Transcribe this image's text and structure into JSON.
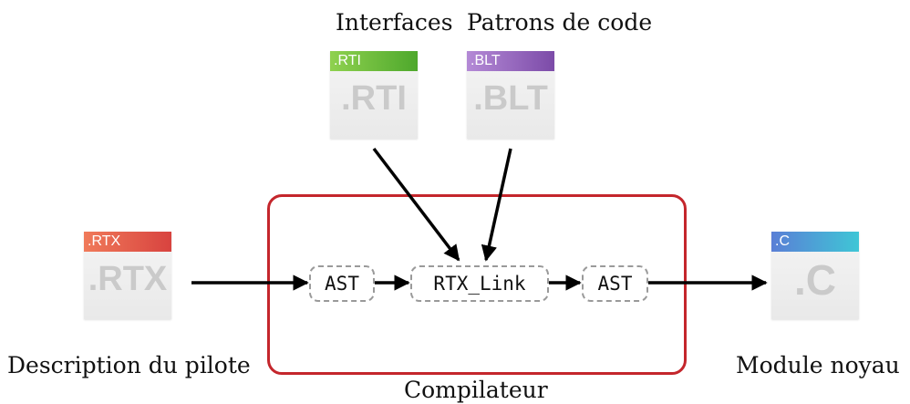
{
  "labels": {
    "interfaces": "Interfaces",
    "patrons": "Patrons de code",
    "description": "Description du pilote",
    "module": "Module noyau",
    "compilateur": "Compilateur"
  },
  "files": {
    "rti": {
      "tab": ".RTI",
      "big": ".RTI",
      "color_from": "#8fd14f",
      "color_to": "#4ea82c"
    },
    "blt": {
      "tab": ".BLT",
      "big": ".BLT",
      "color_from": "#b48ad6",
      "color_to": "#7c4ba8"
    },
    "rtx": {
      "tab": ".RTX",
      "big": ".RTX",
      "color_from": "#f07a5a",
      "color_to": "#d8433f"
    },
    "c": {
      "tab": ".C",
      "big": ".C",
      "color_from": "#5a7fd6",
      "color_to": "#3fc6d6"
    }
  },
  "nodes": {
    "ast_in": "AST",
    "rtx_link": "RTX_Link",
    "ast_out": "AST"
  },
  "colors": {
    "compiler_border": "#c4262c",
    "node_border": "#9a9a9a",
    "arrow": "#000000"
  }
}
